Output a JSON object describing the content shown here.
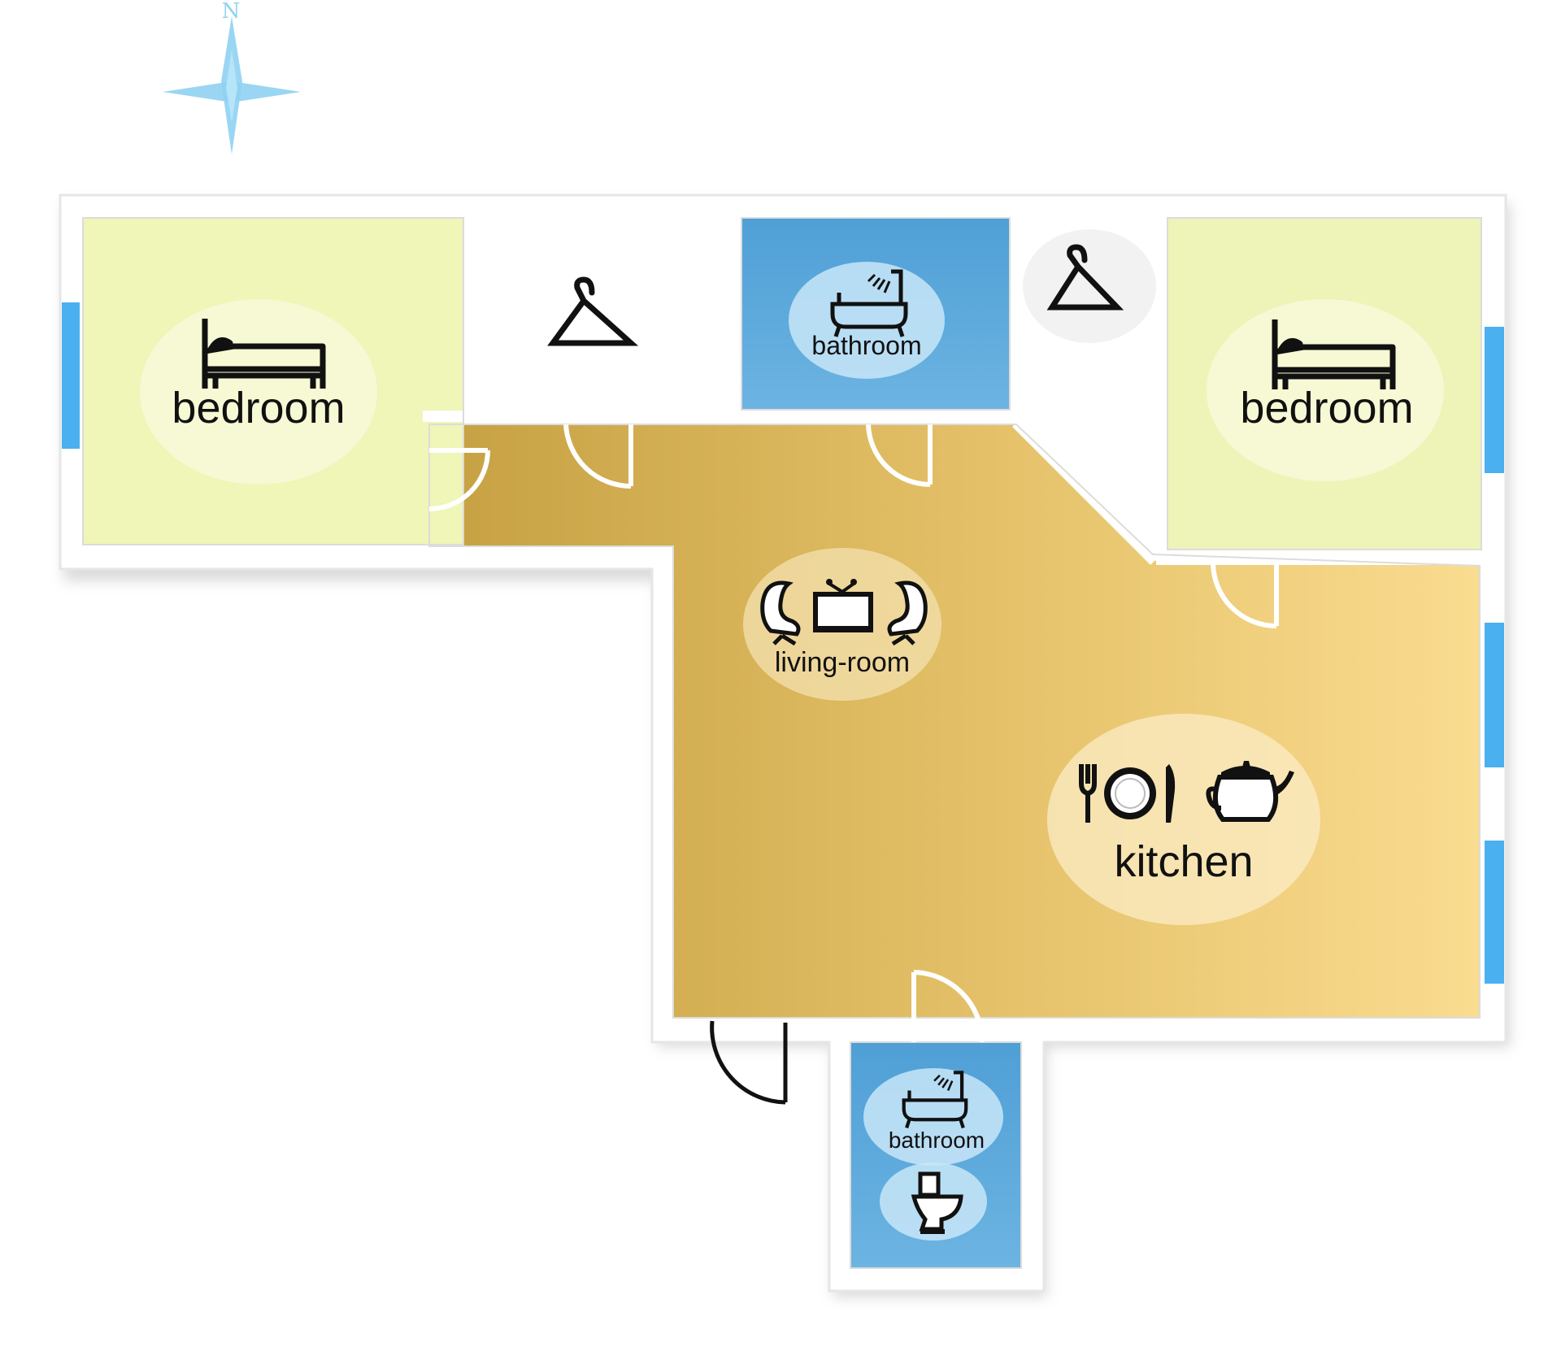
{
  "compass": {
    "label": "N"
  },
  "rooms": {
    "bedroom_west": {
      "label": "bedroom",
      "icon": "bed-icon"
    },
    "closet_west": {
      "icon": "hanger-icon"
    },
    "bathroom_north": {
      "label": "bathroom",
      "icon": "bathtub-shower-icon"
    },
    "closet_east": {
      "icon": "hanger-icon"
    },
    "bedroom_east": {
      "label": "bedroom",
      "icon": "bed-icon"
    },
    "living_room": {
      "label": "living-room",
      "icons": [
        "armchair-icon",
        "tv-icon",
        "armchair-icon"
      ]
    },
    "kitchen": {
      "label": "kitchen",
      "icons": [
        "cutlery-plate-icon",
        "teapot-icon"
      ]
    },
    "bathroom_south": {
      "label": "bathroom",
      "icons": [
        "bathtub-shower-icon",
        "toilet-icon"
      ]
    }
  },
  "colors": {
    "bedroom": "#f0f5b8",
    "bathroom": "#5aa6da",
    "living_dark": "#c9a445",
    "living_light": "#f9dc92",
    "wall": "#ffffff",
    "window": "#4ab0ef",
    "compass": "#8fd2f3"
  }
}
